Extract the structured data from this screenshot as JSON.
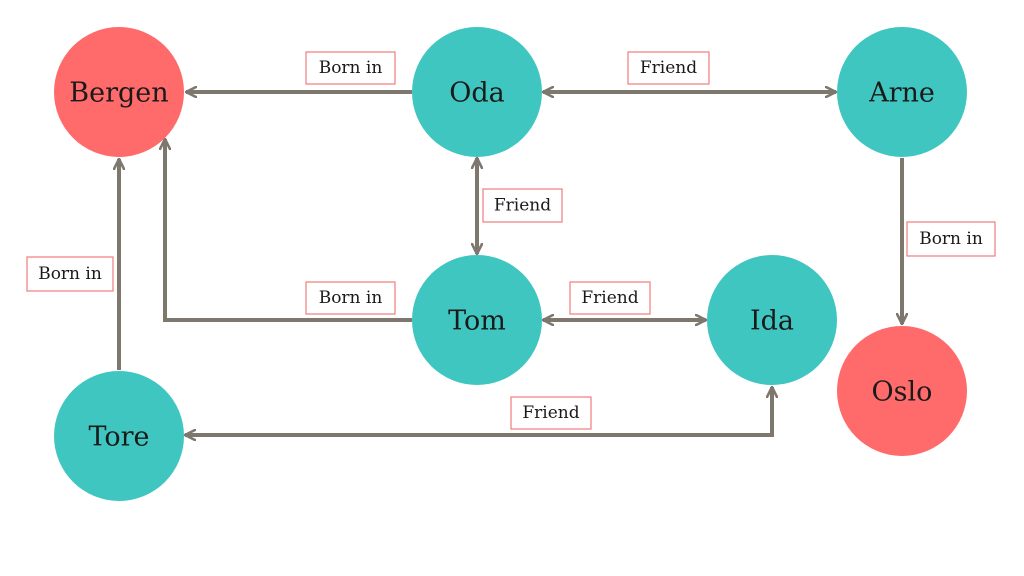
{
  "colors": {
    "person": "#40c6c0",
    "city": "#ff6b6b",
    "edge": "#7d776e",
    "label_border": "#f07c7c"
  },
  "nodes": [
    {
      "id": "bergen",
      "label": "Bergen",
      "kind": "city"
    },
    {
      "id": "oda",
      "label": "Oda",
      "kind": "person"
    },
    {
      "id": "arne",
      "label": "Arne",
      "kind": "person"
    },
    {
      "id": "tom",
      "label": "Tom",
      "kind": "person"
    },
    {
      "id": "ida",
      "label": "Ida",
      "kind": "person"
    },
    {
      "id": "tore",
      "label": "Tore",
      "kind": "person"
    },
    {
      "id": "oslo",
      "label": "Oslo",
      "kind": "city"
    }
  ],
  "edges": [
    {
      "id": "oda-bergen",
      "from": "oda",
      "to": "bergen",
      "label": "Born in",
      "directed": true
    },
    {
      "id": "oda-arne",
      "from": "oda",
      "to": "arne",
      "label": "Friend",
      "directed": false
    },
    {
      "id": "oda-tom",
      "from": "oda",
      "to": "tom",
      "label": "Friend",
      "directed": false
    },
    {
      "id": "arne-oslo",
      "from": "arne",
      "to": "oslo",
      "label": "Born in",
      "directed": true
    },
    {
      "id": "tore-bergen",
      "from": "tore",
      "to": "bergen",
      "label": "Born in",
      "directed": true
    },
    {
      "id": "tom-bergen",
      "from": "tom",
      "to": "bergen",
      "label": "Born in",
      "directed": true
    },
    {
      "id": "tom-ida",
      "from": "tom",
      "to": "ida",
      "label": "Friend",
      "directed": false
    },
    {
      "id": "tore-ida",
      "from": "tore",
      "to": "ida",
      "label": "Friend",
      "directed": false
    }
  ]
}
